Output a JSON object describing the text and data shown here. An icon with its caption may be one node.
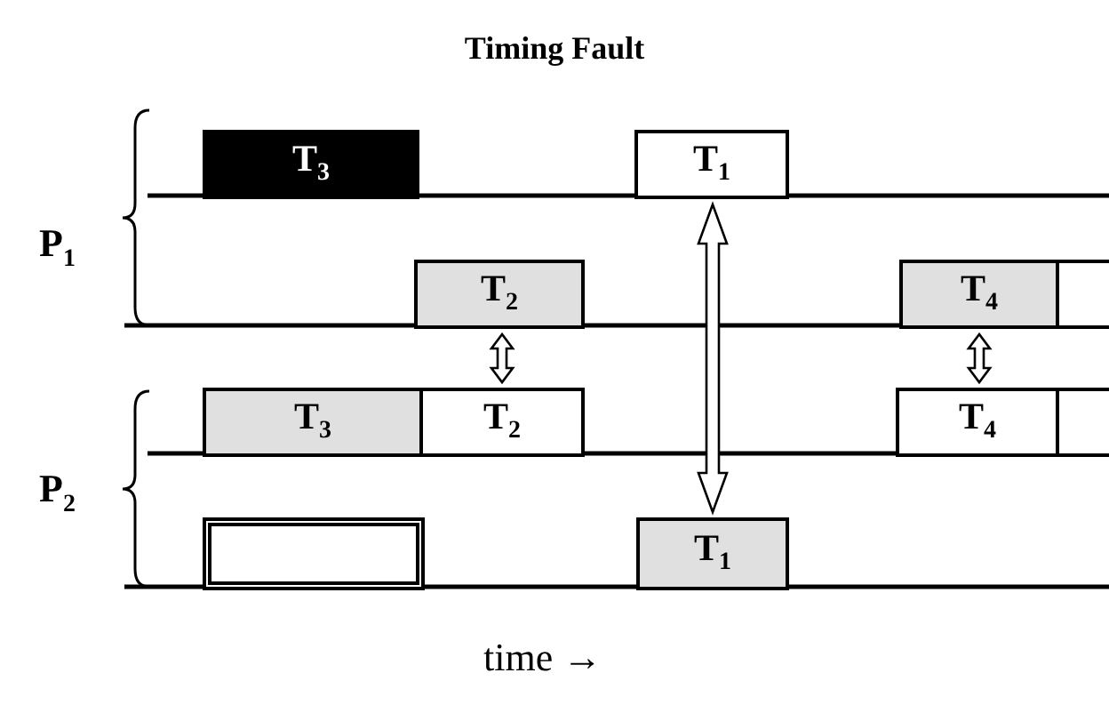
{
  "diagram": {
    "title": "Timing Fault",
    "nodes": [
      {
        "text": [
          "T$_{3}$"
        ]
      },
      {
        "text": [
          "T$_{1}$"
        ]
      },
      {
        "text": [
          "T$_{2}$"
        ]
      },
      {
        "text": [
          "T$_{4}$"
        ]
      },
      {
        "text": [],
        "shape": "box"
      },
      {
        "text": [
          "T$_{3}$"
        ]
      },
      {
        "text": [
          "T$_{2}$"
        ]
      },
      {
        "text": [
          "T$_{4}$"
        ]
      },
      {
        "text": [],
        "shape": "box"
      },
      {
        "text": [],
        "shape": "box"
      },
      {
        "text": [
          "T$_{1}$"
        ]
      }
    ],
    "edges": [
      {
        "from": 2,
        "to": 6,
        "arrow": "both"
      },
      {
        "from": 1,
        "to": 10,
        "arrow": "both"
      },
      {
        "from": 3,
        "to": 7,
        "arrow": "both"
      }
    ],
    "labels": [
      "P$_{1}$",
      "P$_{2}$",
      "time →"
    ]
  }
}
